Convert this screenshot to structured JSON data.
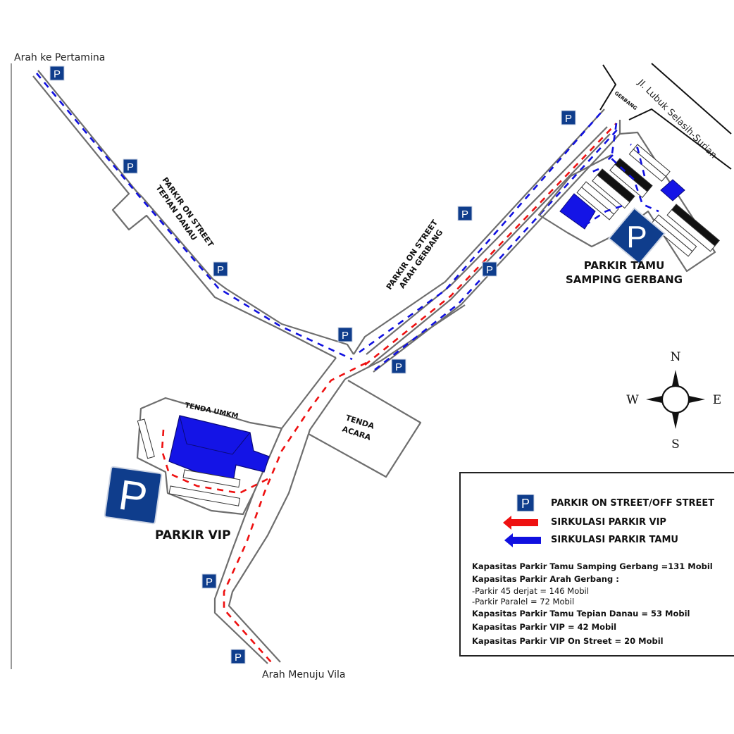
{
  "map": {
    "labels": {
      "to_pertamina": "Arah ke Pertamina",
      "to_vila": "Arah Menuju Vila",
      "street_name": "Jl. Lubuk Selasih-Surian",
      "gate": "GERBANG",
      "onstreet_lake_line1": "PARKIR ON STREET",
      "onstreet_lake_line2": "TEPIAN DANAU",
      "onstreet_gate_line1": "PARKIR ON STREET",
      "onstreet_gate_line2": "ARAH GERBANG",
      "guest_parking_line1": "PARKIR TAMU",
      "guest_parking_line2": "SAMPING GERBANG",
      "umkm_tent": "TENDA UMKM",
      "event_tent_line1": "TENDA",
      "event_tent_line2": "ACARA",
      "vip_parking": "PARKIR VIP"
    },
    "parking_sign_glyph": "P",
    "colors": {
      "parking_sign": "#0f3d8c",
      "vip_circulation": "#ee1010",
      "guest_circulation": "#1010e0",
      "building": "#1414e6"
    }
  },
  "compass": {
    "north": "N",
    "south": "S",
    "east": "E",
    "west": "W"
  },
  "legend": {
    "items": [
      {
        "icon": "parking-sign-icon",
        "label": "PARKIR ON STREET/OFF STREET"
      },
      {
        "icon": "red-arrow-icon",
        "label": "SIRKULASI PARKIR VIP",
        "color": "#ee1010"
      },
      {
        "icon": "blue-arrow-icon",
        "label": "SIRKULASI PARKIR TAMU",
        "color": "#1010e0"
      }
    ],
    "capacity": [
      {
        "text": "Kapasitas Parkir Tamu Samping Gerbang =131 Mobil",
        "bold": true
      },
      {
        "text": "Kapasitas Parkir Arah Gerbang :",
        "bold": true
      },
      {
        "text": "-Parkir 45 derjat = 146 Mobil",
        "bold": false
      },
      {
        "text": "-Parkir Paralel = 72 Mobil",
        "bold": false
      },
      {
        "text": "Kapasitas Parkir Tamu Tepian Danau = 53 Mobil",
        "bold": true
      },
      {
        "text": "Kapasitas Parkir VIP = 42 Mobil",
        "bold": true
      },
      {
        "text": "Kapasitas Parkir VIP On Street = 20 Mobil",
        "bold": true
      }
    ]
  }
}
